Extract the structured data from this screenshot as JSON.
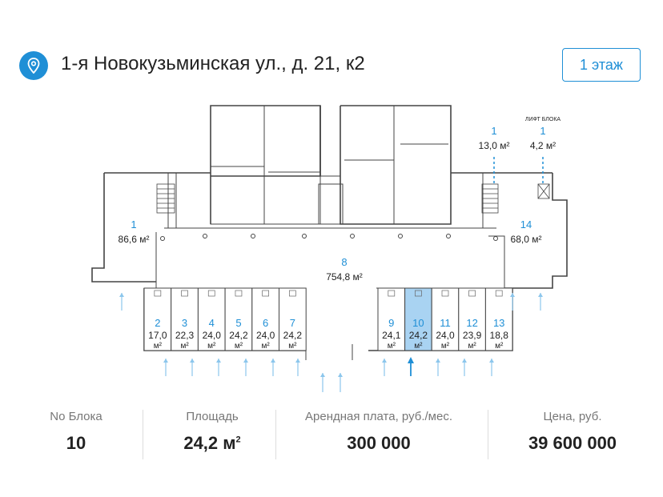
{
  "header": {
    "address": "1-я Новокузьминская ул., д. 21, к2",
    "floor_button": "1 этаж",
    "pin_icon": "location-pin-icon"
  },
  "plan": {
    "rooms": [
      {
        "num": "1",
        "area": "86,6 м²"
      },
      {
        "num": "8",
        "area": "754,8 м²"
      },
      {
        "num": "14",
        "area": "68,0 м²"
      },
      {
        "num": "1",
        "area": "13,0 м²"
      },
      {
        "num": "1",
        "area": "4,2 м²"
      }
    ],
    "lift_label": "ЛИФТ БЛОКА",
    "blocks": [
      {
        "num": "2",
        "area": "17,0",
        "unit": "м²"
      },
      {
        "num": "3",
        "area": "22,3",
        "unit": "м²"
      },
      {
        "num": "4",
        "area": "24,0",
        "unit": "м²"
      },
      {
        "num": "5",
        "area": "24,2",
        "unit": "м²"
      },
      {
        "num": "6",
        "area": "24,0",
        "unit": "м²"
      },
      {
        "num": "7",
        "area": "24,2",
        "unit": "м²"
      },
      {
        "num": "9",
        "area": "24,1",
        "unit": "м²"
      },
      {
        "num": "10",
        "area": "24,2",
        "unit": "м²"
      },
      {
        "num": "11",
        "area": "24,0",
        "unit": "м²"
      },
      {
        "num": "12",
        "area": "23,9",
        "unit": "м²"
      },
      {
        "num": "13",
        "area": "18,8",
        "unit": "м²"
      }
    ],
    "selected_block": "10",
    "accent_color": "#1f8fd6",
    "selected_fill": "#a9d3f2"
  },
  "stats": {
    "block_label": "No Блока",
    "block_value": "10",
    "area_label": "Площадь",
    "area_value": "24,2 м",
    "area_sup": "2",
    "rent_label": "Арендная плата, руб./мес.",
    "rent_value": "300 000",
    "price_label": "Цена, руб.",
    "price_value": "39 600 000"
  }
}
